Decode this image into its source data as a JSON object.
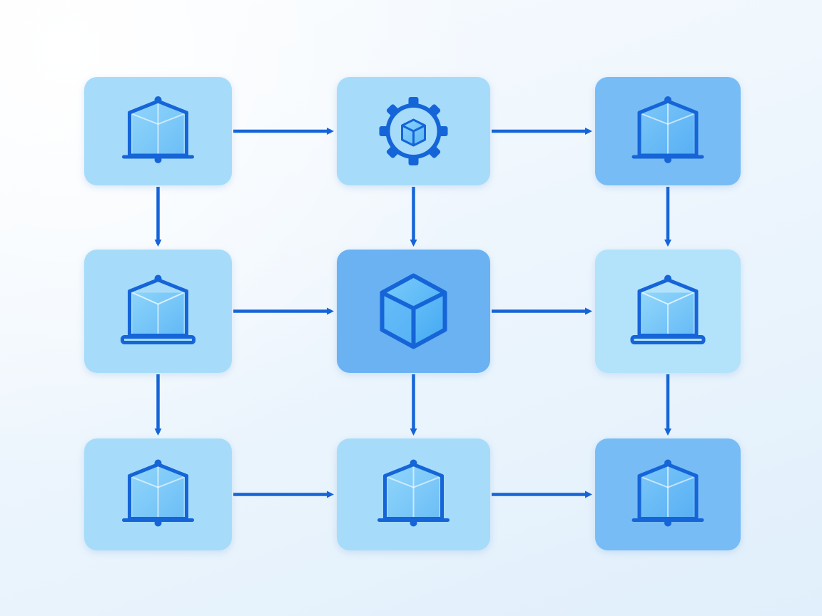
{
  "diagram": {
    "nodes": [
      {
        "id": "r1c1",
        "icon": "cube-frame-icon",
        "tone": "light"
      },
      {
        "id": "r1c2",
        "icon": "gear-cube-icon",
        "tone": "light"
      },
      {
        "id": "r1c3",
        "icon": "cube-frame-icon",
        "tone": "medium"
      },
      {
        "id": "r2c1",
        "icon": "laptop-cube-icon",
        "tone": "light"
      },
      {
        "id": "r2c2",
        "icon": "cube-icon",
        "tone": "dark"
      },
      {
        "id": "r2c3",
        "icon": "laptop-cube-icon",
        "tone": "pale"
      },
      {
        "id": "r3c1",
        "icon": "cube-frame-icon",
        "tone": "light"
      },
      {
        "id": "r3c2",
        "icon": "cube-frame-icon",
        "tone": "light"
      },
      {
        "id": "r3c3",
        "icon": "cube-frame-icon",
        "tone": "medium"
      }
    ],
    "edges": [
      {
        "from": "r1c1",
        "to": "r1c2"
      },
      {
        "from": "r1c2",
        "to": "r1c3"
      },
      {
        "from": "r2c1",
        "to": "r2c2"
      },
      {
        "from": "r2c2",
        "to": "r2c3"
      },
      {
        "from": "r3c1",
        "to": "r3c2"
      },
      {
        "from": "r3c2",
        "to": "r3c3"
      },
      {
        "from": "r1c1",
        "to": "r2c1"
      },
      {
        "from": "r2c1",
        "to": "r3c1"
      },
      {
        "from": "r1c2",
        "to": "r2c2"
      },
      {
        "from": "r2c2",
        "to": "r3c2"
      },
      {
        "from": "r1c3",
        "to": "r2c3"
      },
      {
        "from": "r2c3",
        "to": "r3c3"
      }
    ],
    "colors": {
      "arrow": "#1565d8",
      "icon_stroke": "#1565d8",
      "light": "#a6dcfa",
      "medium": "#78bcf5",
      "dark": "#6ab2f2",
      "pale": "#b3e2fb"
    }
  }
}
